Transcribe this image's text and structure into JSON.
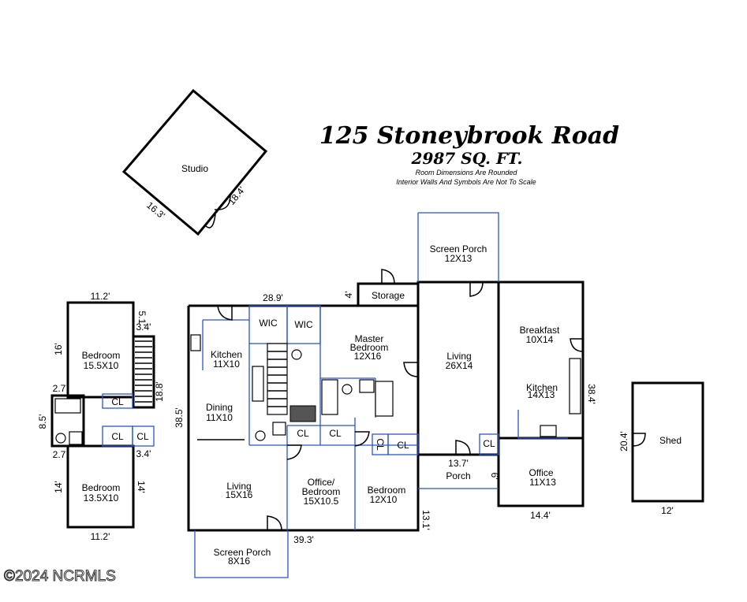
{
  "header": {
    "address": "125 Stoneybrook Road",
    "sqft": "2987 SQ. FT.",
    "note1": "Room Dimensions Are Rounded",
    "note2": "Interior Walls And Symbols Are Not To Scale"
  },
  "copyright": "©2024 NCRMLS",
  "studio": {
    "name": "Studio",
    "dim_a": "16.3'",
    "dim_b": "18.4'"
  },
  "shed": {
    "name": "Shed",
    "dim_h": "20.4'",
    "dim_w": "12'"
  },
  "upper": {
    "bedroom1_name": "Bedroom",
    "bedroom1_size": "15.5X10",
    "bedroom2_name": "Bedroom",
    "bedroom2_size": "13.5X10",
    "closets": [
      "CL",
      "CL",
      "CL"
    ],
    "dims": {
      "top": "11.2'",
      "bottom": "11.2'",
      "left_top": "16'",
      "left_bottom": "14'",
      "right_bottom": "14'",
      "bath_h": "8.5'",
      "bath_top": "2.7",
      "bath_bottom": "2.7",
      "small1": "5.1'",
      "small2": "3.4'",
      "small3": "3.4'",
      "stairs": "18.8'"
    }
  },
  "main": {
    "rooms": {
      "kitchen_name": "Kitchen",
      "kitchen_size": "11X10",
      "dining_name": "Dining",
      "dining_size": "11X10",
      "wic1": "WIC",
      "wic2": "WIC",
      "master_name1": "Master",
      "master_name2": "Bedroom",
      "master_size": "12X16",
      "storage": "Storage",
      "screen_porch_top_name": "Screen Porch",
      "screen_porch_top_size": "12X13",
      "living_big_name": "Living",
      "living_big_size": "26X14",
      "breakfast_name": "Breakfast",
      "breakfast_size": "10X14",
      "kitchen2_name": "Kitchen",
      "kitchen2_size": "14X13",
      "living_name": "Living",
      "living_size": "15X16",
      "office_bed_name1": "Office/",
      "office_bed_name2": "Bedroom",
      "office_bed_size": "15X10.5",
      "bedroom_name": "Bedroom",
      "bedroom_size": "12X10",
      "porch_name": "Porch",
      "porch_dim": "13.7'",
      "porch_dim2": "6'",
      "office_name": "Office",
      "office_size": "11X13",
      "screen_porch_bottom_name": "Screen Porch",
      "screen_porch_bottom_size": "8X16",
      "cl": [
        "CL",
        "CL",
        "CL",
        "CL",
        "CL"
      ]
    },
    "dims": {
      "top": "28.9'",
      "storage_h": "4'",
      "left": "38.5'",
      "bottom": "39.3'",
      "right_bottom": "13.1'",
      "office_bottom": "14.4'",
      "right": "38.4'"
    }
  }
}
